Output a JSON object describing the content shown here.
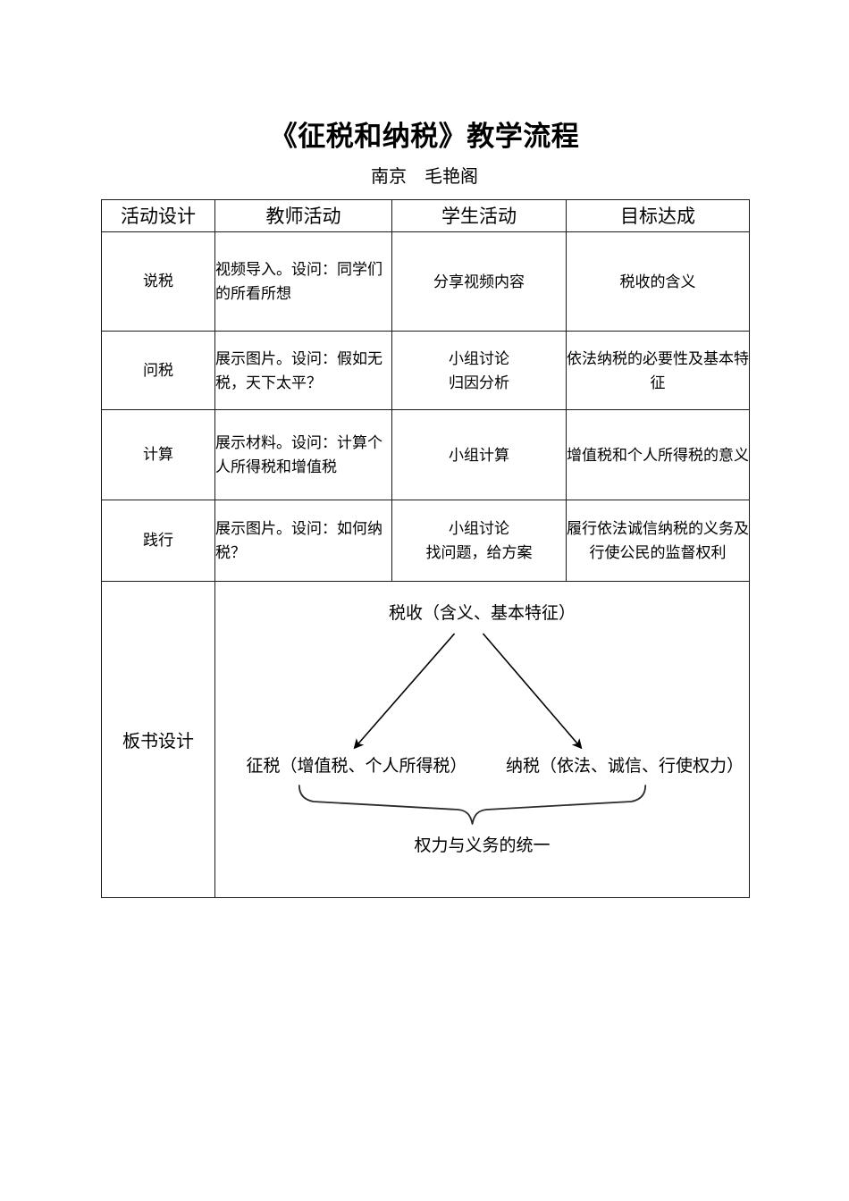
{
  "document": {
    "title": "《征税和纳税》教学流程",
    "subtitle": "南京　毛艳阁"
  },
  "table": {
    "headers": [
      "活动设计",
      "教师活动",
      "学生活动",
      "目标达成"
    ],
    "rows": [
      {
        "activity": "说税",
        "teacher": "视频导入。设问：同学们的所看所想",
        "student": "分享视频内容",
        "goal": "税收的含义"
      },
      {
        "activity": "问税",
        "teacher": "展示图片。设问：假如无税，天下太平？",
        "student": "小组讨论\n归因分析",
        "goal": "依法纳税的必要性及基本特征"
      },
      {
        "activity": "计算",
        "teacher": "展示材料。设问：计算个人所得税和增值税",
        "student": "小组计算",
        "goal": "增值税和个人所得税的意义"
      },
      {
        "activity": "践行",
        "teacher": "展示图片。设问：如何纳税？",
        "student": "小组讨论\n找问题，给方案",
        "goal": "履行依法诚信纳税的义务及行使公民的监督权利"
      }
    ],
    "board": {
      "label": "板书设计",
      "diagram": {
        "top_node": "税收（含义、基本特征）",
        "left_node": "征税（增值税、个人所得税）",
        "right_node": "纳税（依法、诚信、行使权力）",
        "bottom_node": "权力与义务的统一"
      }
    }
  },
  "colors": {
    "ink": "#000000",
    "border": "#1a1a1a",
    "paper": "#ffffff"
  }
}
